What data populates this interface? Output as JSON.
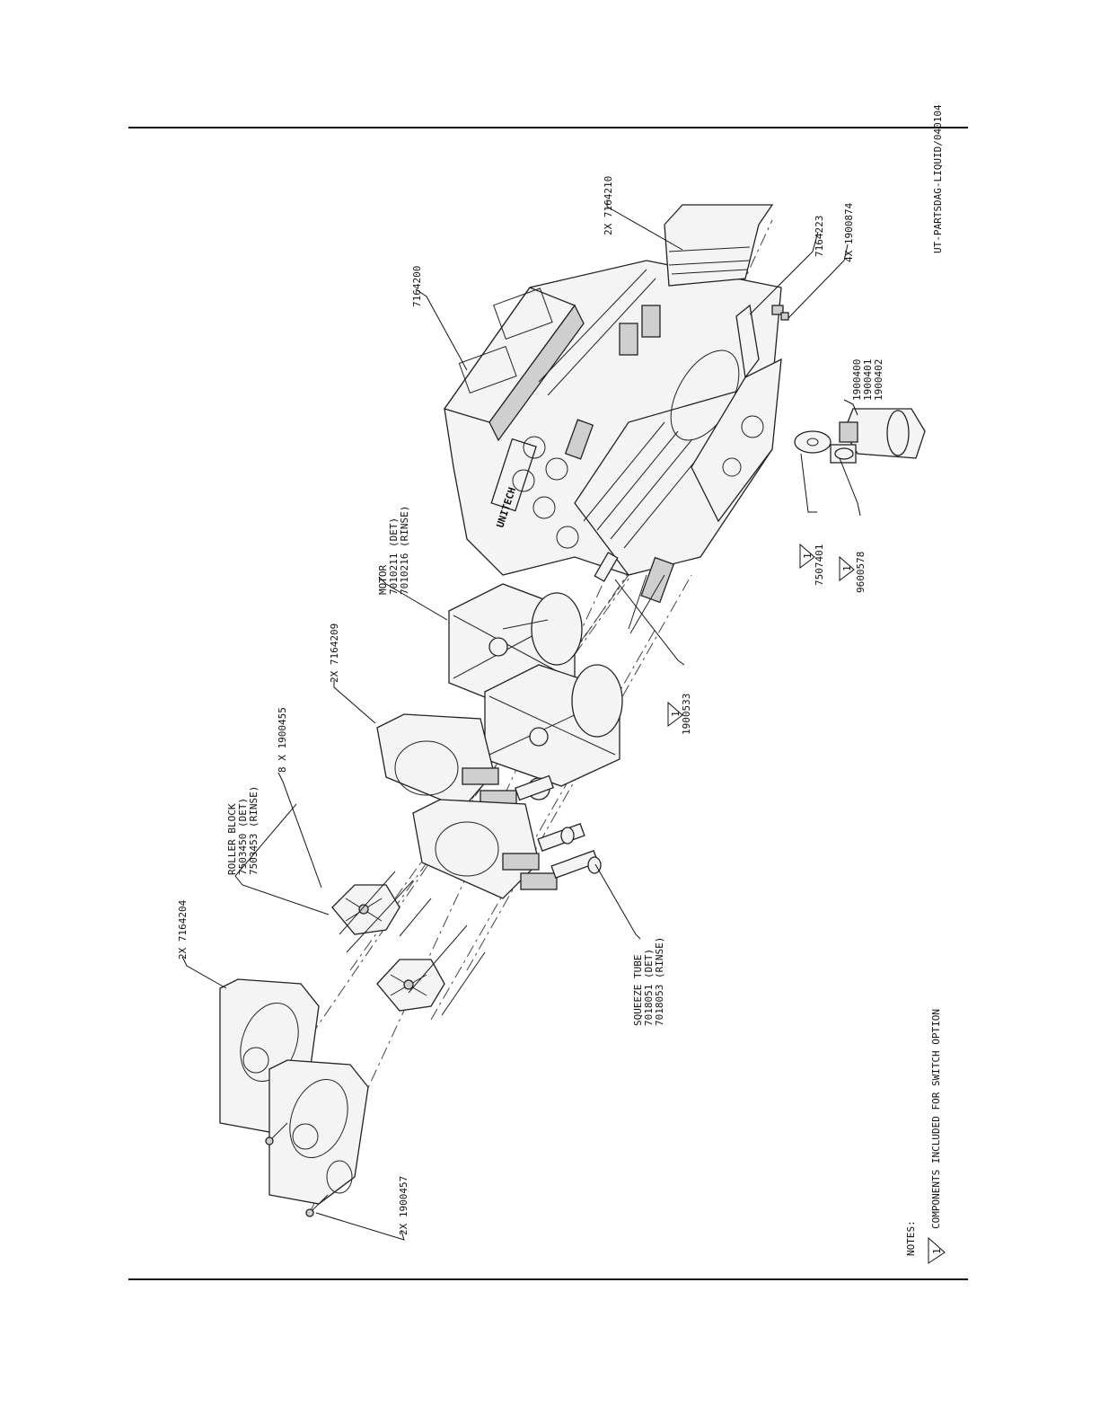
{
  "callouts": {
    "c_7164210": "2X 7164210",
    "c_7164200": "7164200",
    "c_7164223": "7164223",
    "c_1900874": "4X 1900874",
    "c_1900400": "1900400",
    "c_1900401": "1900401",
    "c_1900402": "1900402",
    "c_7507401": "7507401",
    "c_9600578": "9600578",
    "motor_title": "MOTOR",
    "motor_det": "7010211 (DET)",
    "motor_rinse": "7010216 (RINSE)",
    "c_1900533": "1900533",
    "c_7164209": "2X 7164209",
    "c_1900455": "8 X 1900455",
    "roller_title": "ROLLER BLOCK",
    "roller_det": "7503450 (DET)",
    "roller_rinse": "7503453 (RINSE)",
    "c_7164204": "2X 7164204",
    "tube_title": "SQUEEZE TUBE",
    "tube_det": "7018051 (DET)",
    "tube_rinse": "7018053 (RINSE)",
    "c_1900457": "2X 1900457",
    "triangle_mark": "1"
  },
  "logo_text": "UNITECH",
  "doc_code": "UT-PARTSDAG-LIQUID/040104",
  "notes": {
    "heading": "NOTES:",
    "item_1": "COMPONENTS INCLUDED FOR SWITCH OPTION"
  }
}
